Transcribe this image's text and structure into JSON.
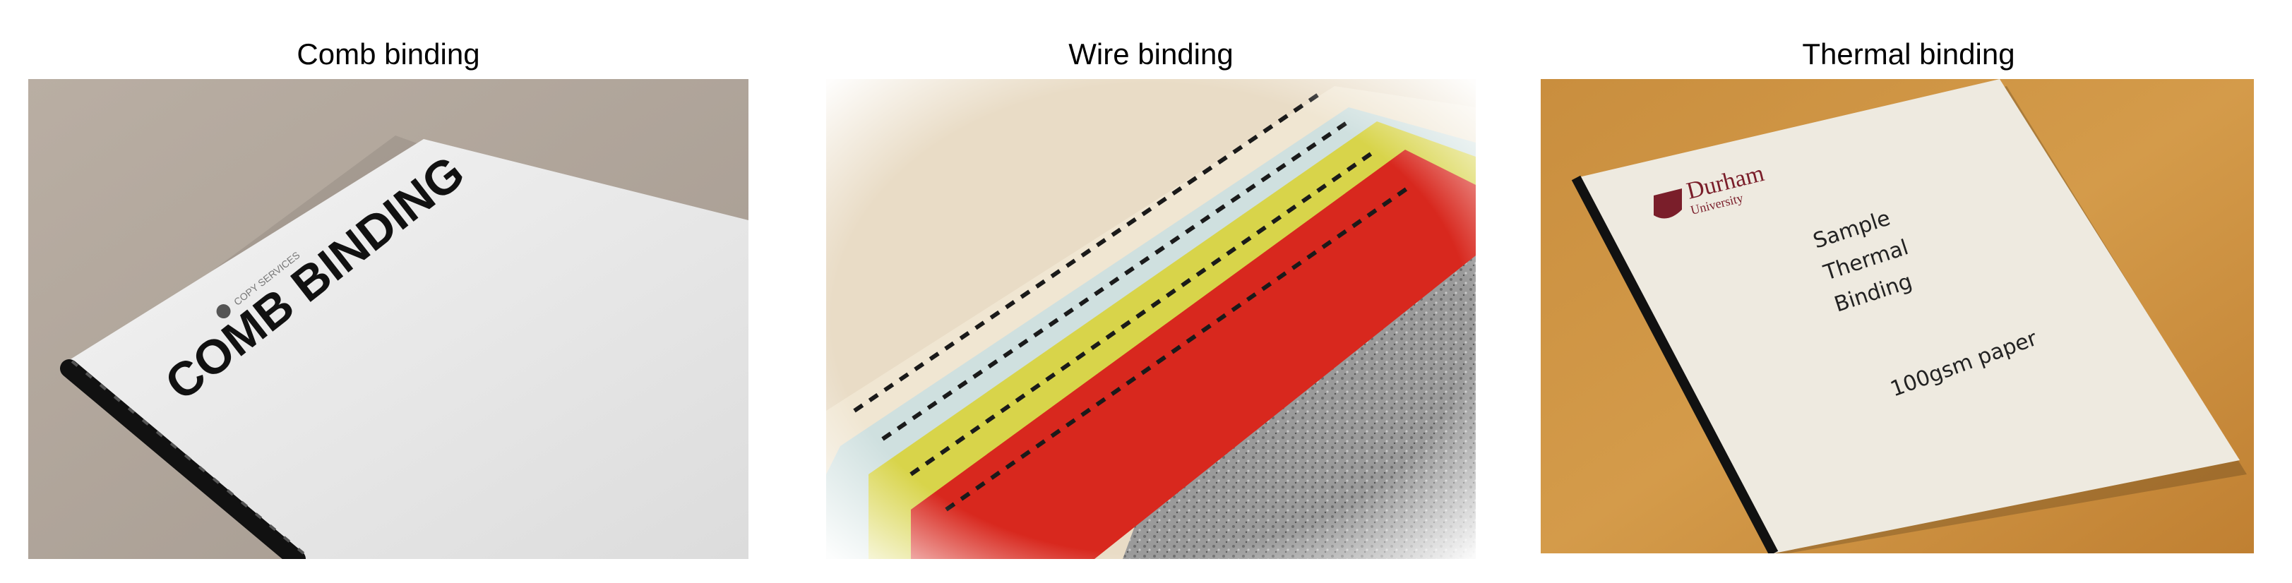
{
  "panels": [
    {
      "caption": "Comb binding",
      "cover_text": "COMB BINDING",
      "logo_text": "COPY SERVICES"
    },
    {
      "caption": "Wire binding"
    },
    {
      "caption": "Thermal binding",
      "cover_lines": [
        "Sample",
        "Thermal",
        "Binding",
        "100gsm paper"
      ],
      "logo_name": "Durham",
      "logo_sub": "University"
    }
  ]
}
